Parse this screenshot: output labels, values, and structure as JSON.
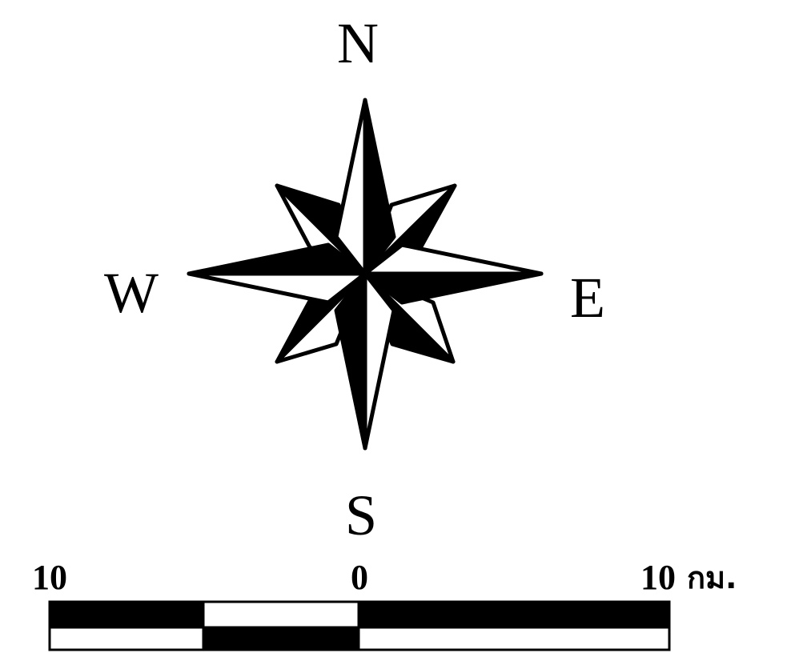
{
  "compass": {
    "north": "N",
    "south": "S",
    "east": "E",
    "west": "W"
  },
  "scale_bar": {
    "left_label": "10",
    "center_label": "0",
    "right_label": "10",
    "unit": "กม."
  },
  "colors": {
    "ink": "#000000",
    "paper": "#ffffff"
  },
  "icons": [
    "compass-rose-icon",
    "scale-bar-graphic"
  ]
}
